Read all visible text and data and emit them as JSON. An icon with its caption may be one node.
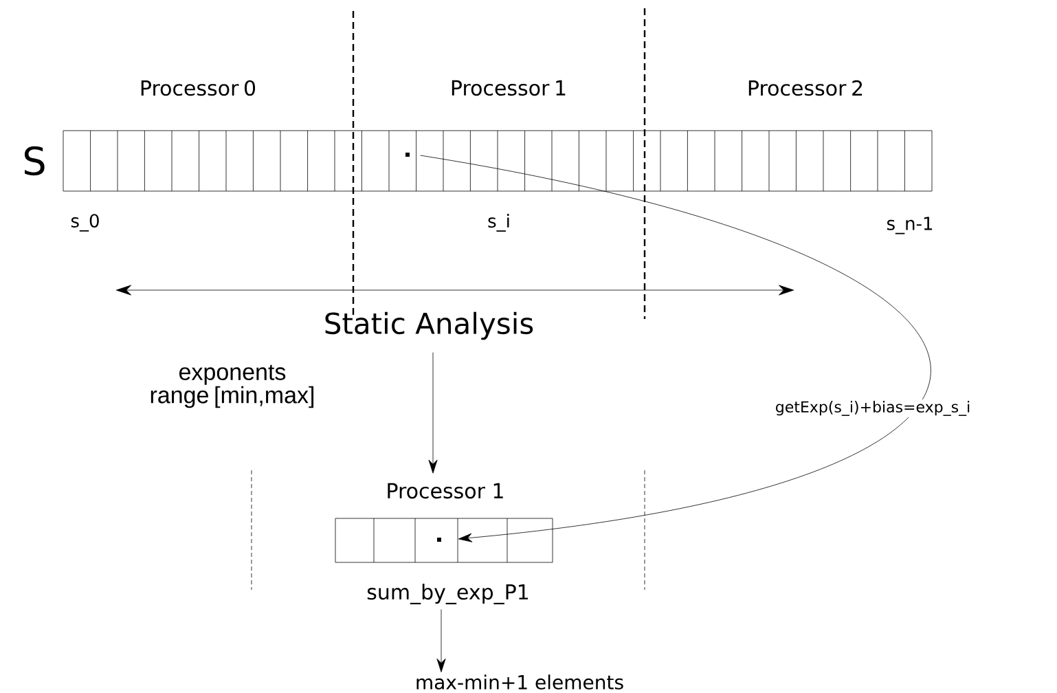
{
  "diagram": {
    "nodes": [
      {
        "text": [
          "S"
        ]
      },
      {
        "text": [
          "Static Analysis"
        ]
      },
      {
        "text": [
          "Processor 1"
        ],
        "beside": [
          "sum_by_exp_P1"
        ]
      },
      {
        "text": [
          "max-min+1 elements"
        ]
      }
    ],
    "edges": [
      {
        "from": 0,
        "to": 2,
        "arrow": "to",
        "label": "getExp(s_i)+bias=exp_s_i"
      },
      {
        "from": 1,
        "to": 2,
        "arrow": "to"
      },
      {
        "from": 2,
        "to": 3,
        "arrow": "to"
      }
    ],
    "labels": [
      "Processor 0",
      "Processor 1",
      "Processor 2",
      "s_0",
      "s_i",
      "s_n-1",
      "exponents range [min,max]"
    ]
  }
}
